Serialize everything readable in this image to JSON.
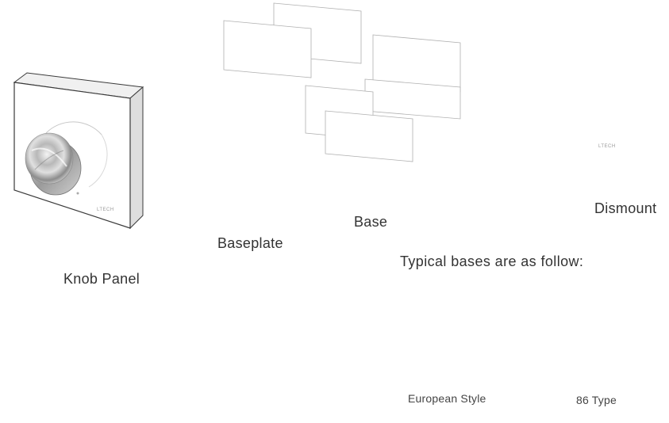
{
  "labels": {
    "knob_panel": "Knob Panel",
    "baseplate": "Baseplate",
    "base": "Base",
    "dismount": "Dismount",
    "typical_bases": "Typical bases are as follow:",
    "european_style": "European Style",
    "type_86": "86 Type"
  },
  "brand": "LTECH",
  "colors": {
    "outline": "#3a3a3a",
    "screwdriver_handle": "#1e3f7a",
    "screwdriver_accent": "#e8b020",
    "arrow": "#555555"
  }
}
